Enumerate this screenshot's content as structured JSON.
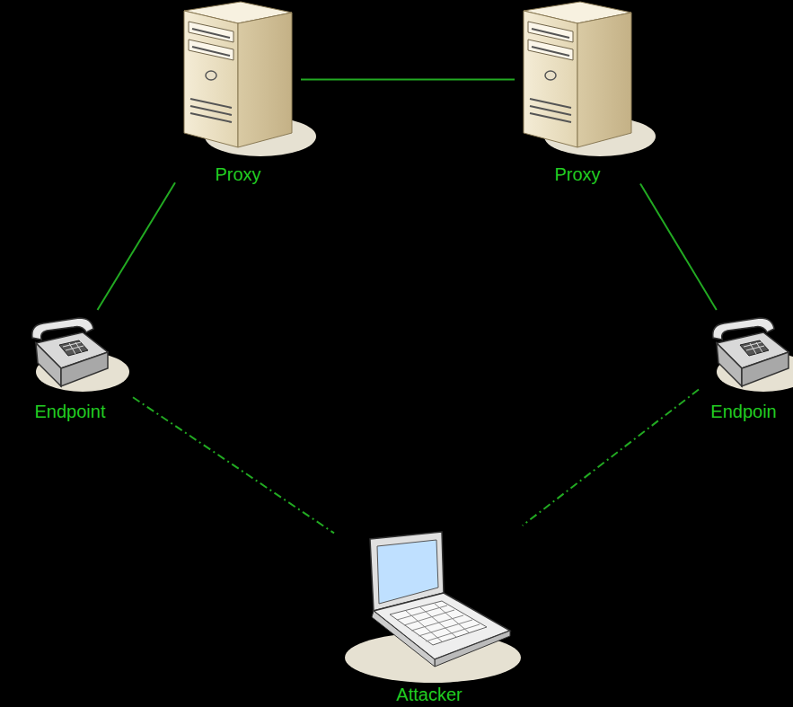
{
  "diagram": {
    "nodes": [
      {
        "text": [
          "Proxy"
        ]
      },
      {
        "text": [
          "Proxy"
        ]
      },
      {
        "text": [
          "Endpoint"
        ]
      },
      {
        "text": [
          "Endpoin"
        ]
      },
      {
        "text": [
          "Attacker"
        ]
      }
    ],
    "edges": [
      {
        "from": 0,
        "to": 1,
        "arrow": "none"
      },
      {
        "from": 0,
        "to": 2,
        "arrow": "none"
      },
      {
        "from": 1,
        "to": 3,
        "arrow": "none"
      },
      {
        "from": 2,
        "to": 4,
        "arrow": "none"
      },
      {
        "from": 3,
        "to": 4,
        "arrow": "none"
      }
    ]
  }
}
